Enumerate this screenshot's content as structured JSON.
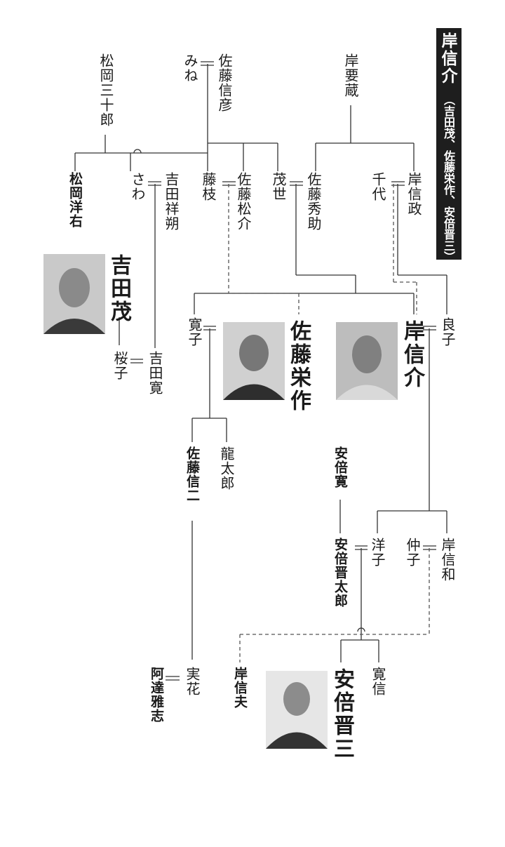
{
  "title": {
    "main": "岸信介",
    "sub": "（吉田茂、佐藤栄作、安倍晋三）"
  },
  "people": {
    "matsuoka_sanjuro": "松岡三十郎",
    "mine": "みね",
    "sato_nobuhiko": "佐藤信彦",
    "kishi_yozo": "岸要蔵",
    "matsuoka_yosuke": "松岡洋右",
    "sawa": "さわ",
    "yoshida_shosaku": "吉田祥朔",
    "fujie": "藤枝",
    "sato_matsusuke": "佐藤松介",
    "moyo": "茂世",
    "sato_hidesuke": "佐藤秀助",
    "chiyo": "千代",
    "kishi_nobumasa": "岸信政",
    "yoshida_shigeru": "吉田茂",
    "sakurako": "桜子",
    "yoshida_hiroshi": "吉田寛",
    "hiroko": "寛子",
    "sato_eisaku": "佐藤栄作",
    "kishi_nobusuke": "岸信介",
    "yoshiko": "良子",
    "sato_shinji": "佐藤信二",
    "ryutaro": "龍太郎",
    "abe_kan": "安倍寛",
    "abe_shintaro": "安倍晋太郎",
    "yoko": "洋子",
    "nakako": "仲子",
    "kishi_nobukazu": "岸信和",
    "kishi_nobuo": "岸信夫",
    "abe_shinzo": "安倍晋三",
    "hironobu": "寛信",
    "ado_masashi": "阿達雅志",
    "mika": "実花"
  },
  "icons": {
    "photo": "portrait-photo"
  },
  "colors": {
    "line": "#333333",
    "title_bg": "#1e1e1e",
    "title_fg": "#ffffff"
  }
}
